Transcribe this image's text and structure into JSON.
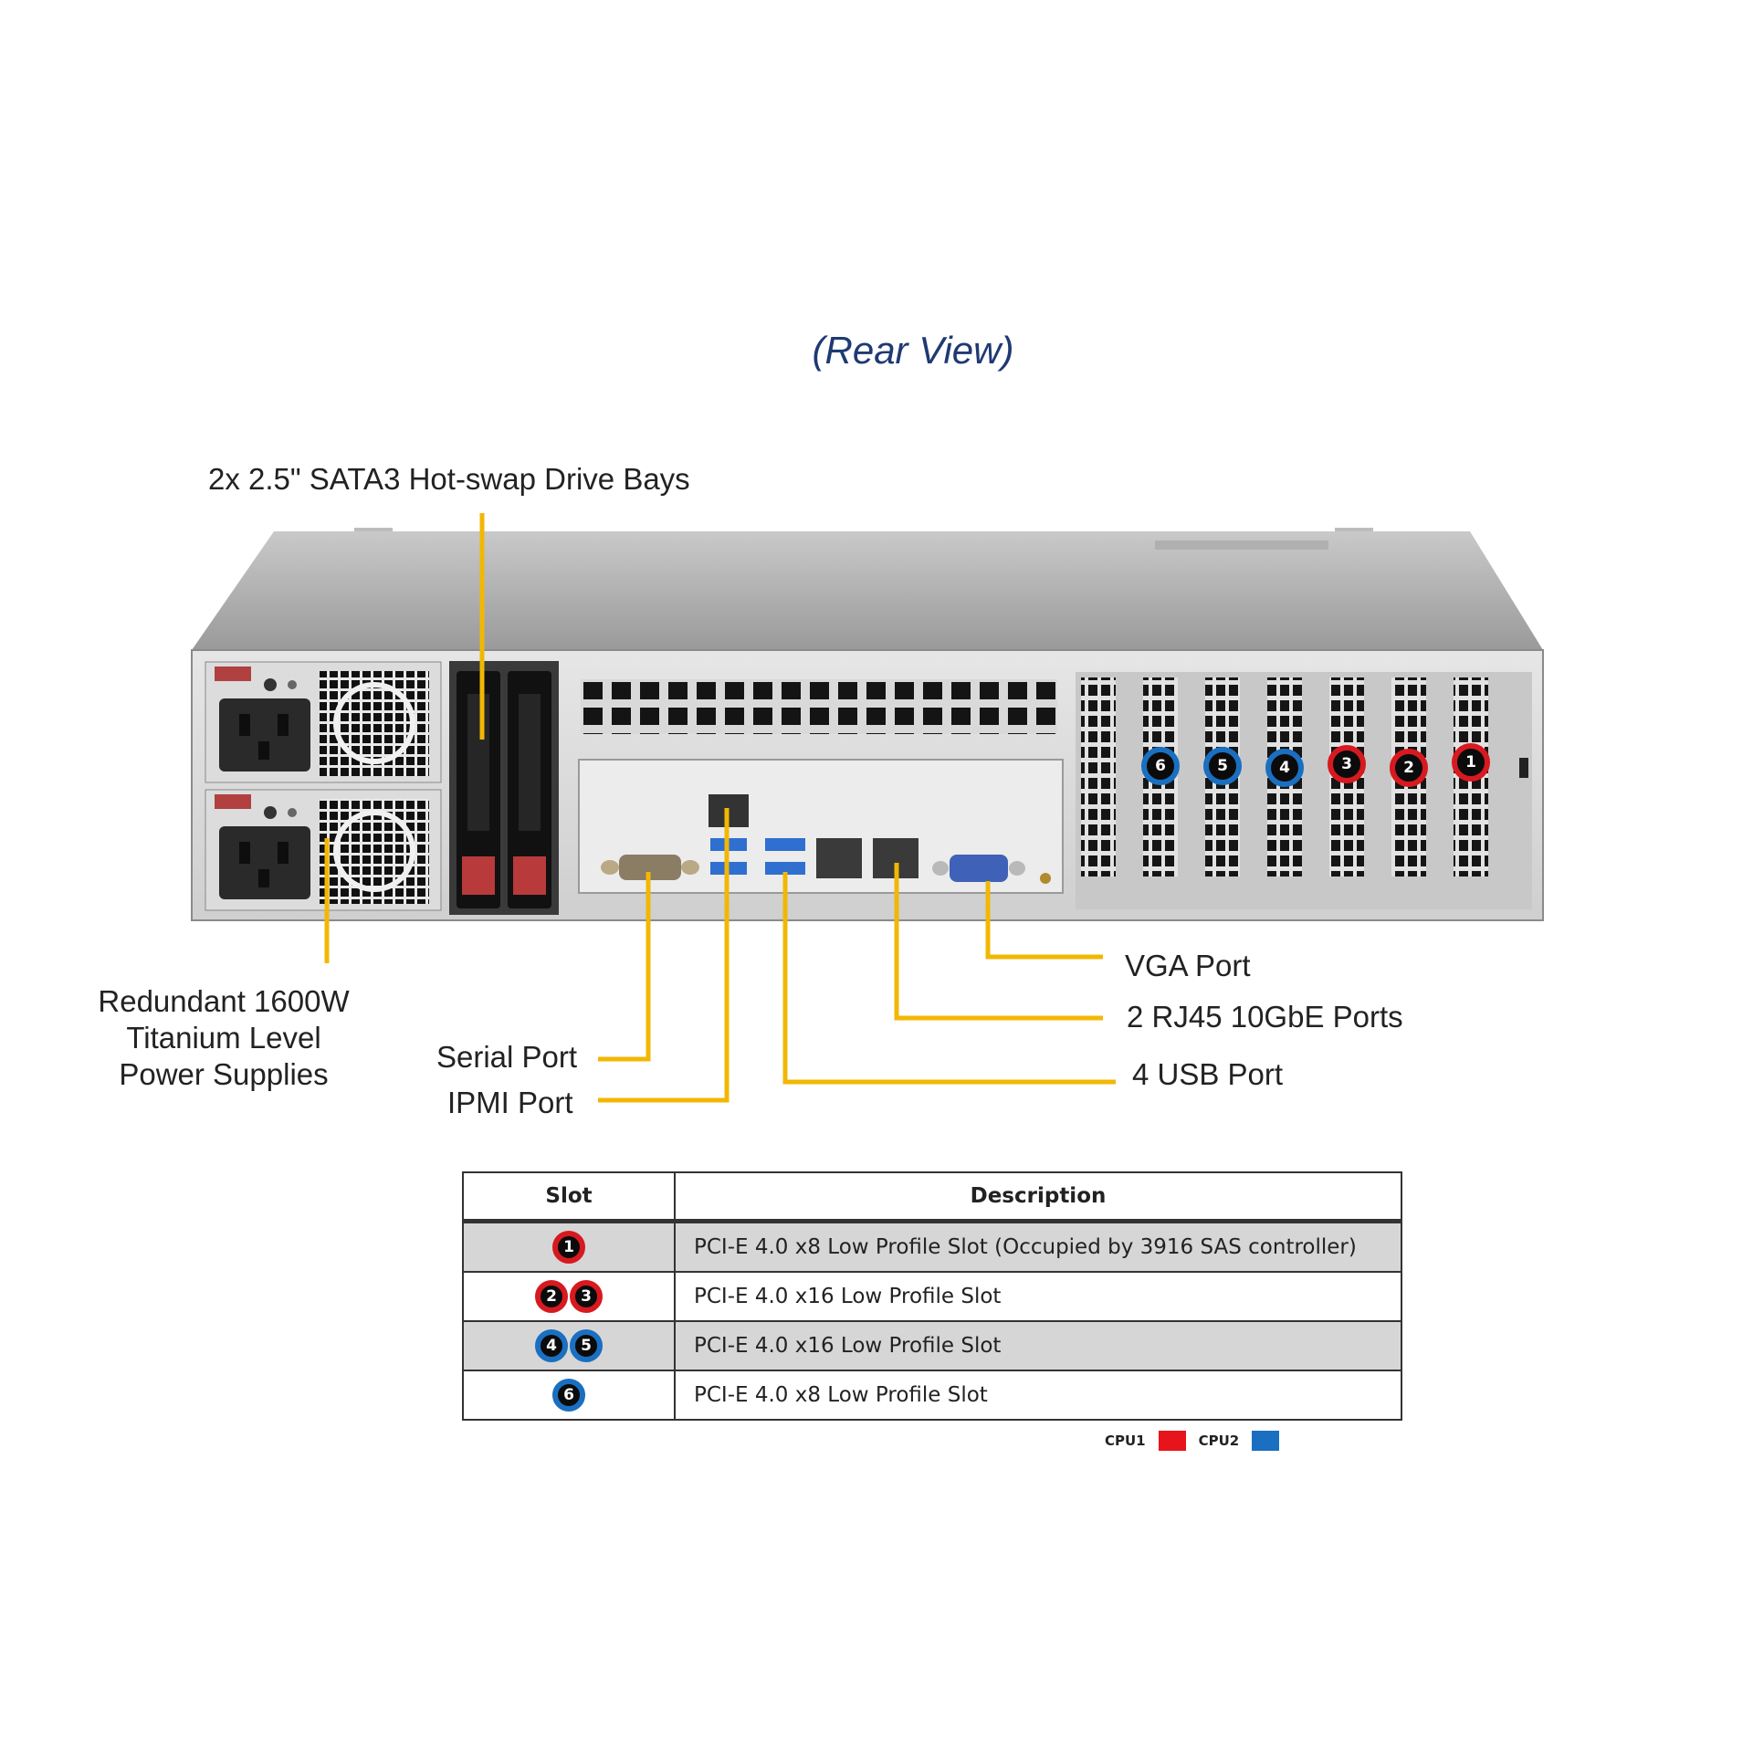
{
  "title": "(Rear View)",
  "callouts": {
    "drive_bays": "2x 2.5\" SATA3 Hot-swap Drive Bays",
    "power_supplies": [
      "Redundant  1600W",
      "Titanium  Level",
      "Power Supplies"
    ],
    "serial_port": "Serial Port",
    "ipmi_port": "IPMI  Port",
    "vga_port": "VGA Port",
    "rj45_ports": "2 RJ45 10GbE Ports",
    "usb_port": "4 USB Port"
  },
  "chassis_slot_markers": [
    {
      "label": "6",
      "cpu": "cpu2"
    },
    {
      "label": "5",
      "cpu": "cpu2"
    },
    {
      "label": "4",
      "cpu": "cpu2"
    },
    {
      "label": "3",
      "cpu": "cpu1"
    },
    {
      "label": "2",
      "cpu": "cpu1"
    },
    {
      "label": "1",
      "cpu": "cpu1"
    }
  ],
  "table": {
    "headers": [
      "Slot",
      "Description"
    ],
    "rows": [
      {
        "slots": [
          {
            "label": "1",
            "cpu": "cpu1"
          }
        ],
        "description": "PCI-E 4.0 x8 Low  Profile Slot (Occupied by 3916 SAS  controller)"
      },
      {
        "slots": [
          {
            "label": "2",
            "cpu": "cpu1"
          },
          {
            "label": "3",
            "cpu": "cpu1"
          }
        ],
        "description": "PCI-E 4.0 x16 Low  Profile Slot"
      },
      {
        "slots": [
          {
            "label": "4",
            "cpu": "cpu2"
          },
          {
            "label": "5",
            "cpu": "cpu2"
          }
        ],
        "description": "PCI-E 4.0 x16 Low  Profile Slot"
      },
      {
        "slots": [
          {
            "label": "6",
            "cpu": "cpu2"
          }
        ],
        "description": "PCI-E 4.0 x8 Low  Profile Slot"
      }
    ]
  },
  "legend": [
    {
      "label": "CPU1",
      "color": "#e8141c"
    },
    {
      "label": "CPU2",
      "color": "#1a6fc0"
    }
  ],
  "colors": {
    "leader_line": "#f2b705",
    "cpu1": "#d71920",
    "cpu2": "#1a6fc0",
    "title": "#1f3a73"
  }
}
